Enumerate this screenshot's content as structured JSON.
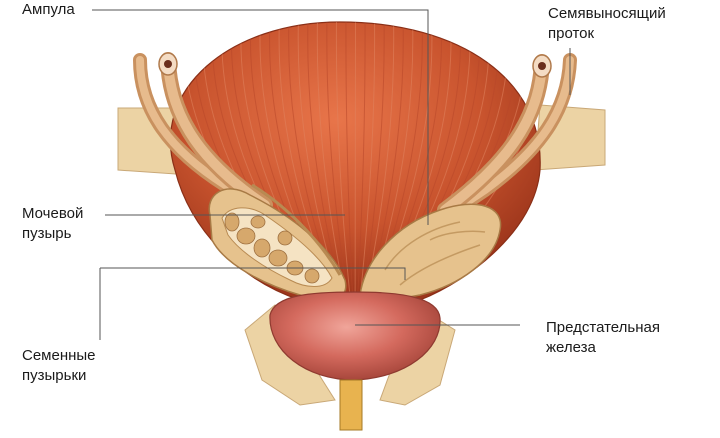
{
  "labels": {
    "ampula": "Ампула",
    "vas_deferens_line1": "Семявыносящий",
    "vas_deferens_line2": "проток",
    "bladder_line1": "Мочевой",
    "bladder_line2": "пузырь",
    "vesicles_line1": "Семенные",
    "vesicles_line2": "пузырьки",
    "prostate_line1": "Предстательная",
    "prostate_line2": "железа"
  },
  "colors": {
    "bladder": "#c9542e",
    "bladder_dark": "#a33a1d",
    "muscle_stripe": "#e0835e",
    "duct": "#d9a67a",
    "vesicle": "#e2bf8a",
    "vesicle_dark": "#b88a52",
    "prostate": "#d46a5e",
    "prostate_light": "#e58e84",
    "pelvic_tissue": "#e8cfa0",
    "leader": "#555555"
  }
}
